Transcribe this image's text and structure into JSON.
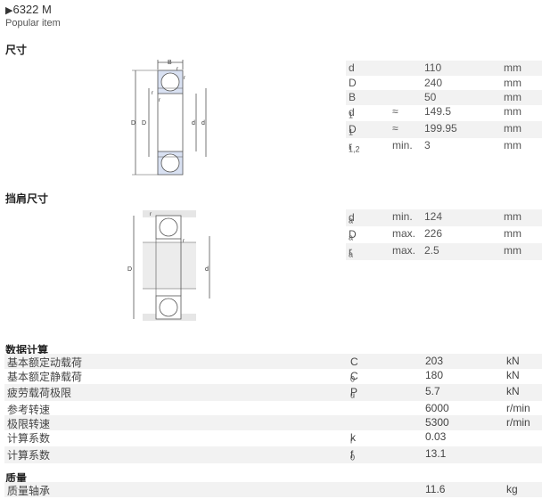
{
  "header": {
    "title": "6322 M",
    "title_icon": "play-triangle-icon",
    "subtitle": "Popular item"
  },
  "sections": {
    "dimensions": "尺寸",
    "abutment": "挡肩尺寸",
    "calc": "数据计算",
    "mass": "质量"
  },
  "dimensions_table": [
    {
      "sym": "d",
      "sub": "",
      "q": "",
      "v": "110",
      "u": "mm"
    },
    {
      "sym": "D",
      "sub": "",
      "q": "",
      "v": "240",
      "u": "mm"
    },
    {
      "sym": "B",
      "sub": "",
      "q": "",
      "v": "50",
      "u": "mm"
    },
    {
      "sym": "d",
      "sub": "1",
      "q": "≈",
      "v": "149.5",
      "u": "mm"
    },
    {
      "sym": "D",
      "sub": "1",
      "q": "≈",
      "v": "199.95",
      "u": "mm"
    },
    {
      "sym": "r",
      "sub": "1,2",
      "q": "min.",
      "v": "3",
      "u": "mm"
    }
  ],
  "abutment_table": [
    {
      "sym": "d",
      "sub": "a",
      "q": "min.",
      "v": "124",
      "u": "mm"
    },
    {
      "sym": "D",
      "sub": "a",
      "q": "max.",
      "v": "226",
      "u": "mm"
    },
    {
      "sym": "r",
      "sub": "a",
      "q": "max.",
      "v": "2.5",
      "u": "mm"
    }
  ],
  "calc_table": [
    {
      "name": "基本额定动载荷",
      "sym": "C",
      "sub": "",
      "v": "203",
      "u": "kN"
    },
    {
      "name": "基本额定静载荷",
      "sym": "C",
      "sub": "0",
      "v": "180",
      "u": "kN"
    },
    {
      "name": "疲劳载荷极限",
      "sym": "P",
      "sub": "u",
      "v": "5.7",
      "u": "kN"
    },
    {
      "name": "参考转速",
      "sym": "",
      "sub": "",
      "v": "6000",
      "u": "r/min"
    },
    {
      "name": "极限转速",
      "sym": "",
      "sub": "",
      "v": "5300",
      "u": "r/min"
    },
    {
      "name": "计算系数",
      "sym": "k",
      "sub": "r",
      "v": "0.03",
      "u": ""
    },
    {
      "name": "计算系数",
      "sym": "f",
      "sub": "0",
      "v": "13.1",
      "u": ""
    }
  ],
  "mass_table": [
    {
      "name": "质量轴承",
      "v": "11.6",
      "u": "kg"
    }
  ],
  "diagram1_labels": {
    "B": "B",
    "r2": "r",
    "r2_sub": "2",
    "r1": "r",
    "r1_sub": "1",
    "D": "D",
    "D1": "D",
    "D1_sub": "1",
    "d": "d",
    "d1": "d",
    "d1_sub": "1"
  },
  "diagram2_labels": {
    "ra": "r",
    "ra_sub": "a",
    "Da": "D",
    "Da_sub": "a",
    "da": "d",
    "da_sub": "a"
  }
}
